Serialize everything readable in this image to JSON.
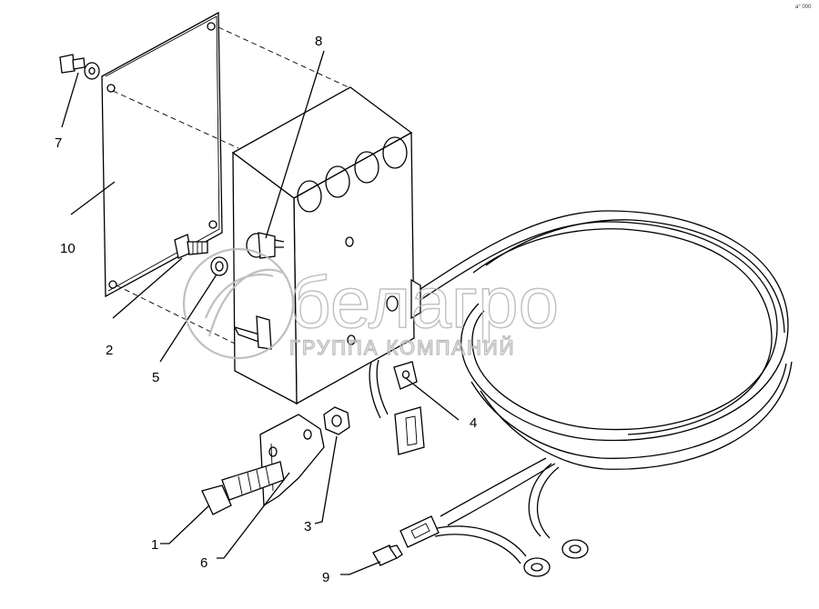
{
  "diagram": {
    "callouts": [
      {
        "id": "1",
        "text": "1"
      },
      {
        "id": "2",
        "text": "2"
      },
      {
        "id": "3",
        "text": "3"
      },
      {
        "id": "4",
        "text": "4"
      },
      {
        "id": "5",
        "text": "5"
      },
      {
        "id": "6",
        "text": "6"
      },
      {
        "id": "7",
        "text": "7"
      },
      {
        "id": "8",
        "text": "8"
      },
      {
        "id": "9",
        "text": "9"
      },
      {
        "id": "10",
        "text": "10"
      }
    ],
    "corner_mark": "a° 000"
  },
  "watermark": {
    "brand": "белагро",
    "subtitle": "ГРУППА КОМПАНИЙ"
  }
}
